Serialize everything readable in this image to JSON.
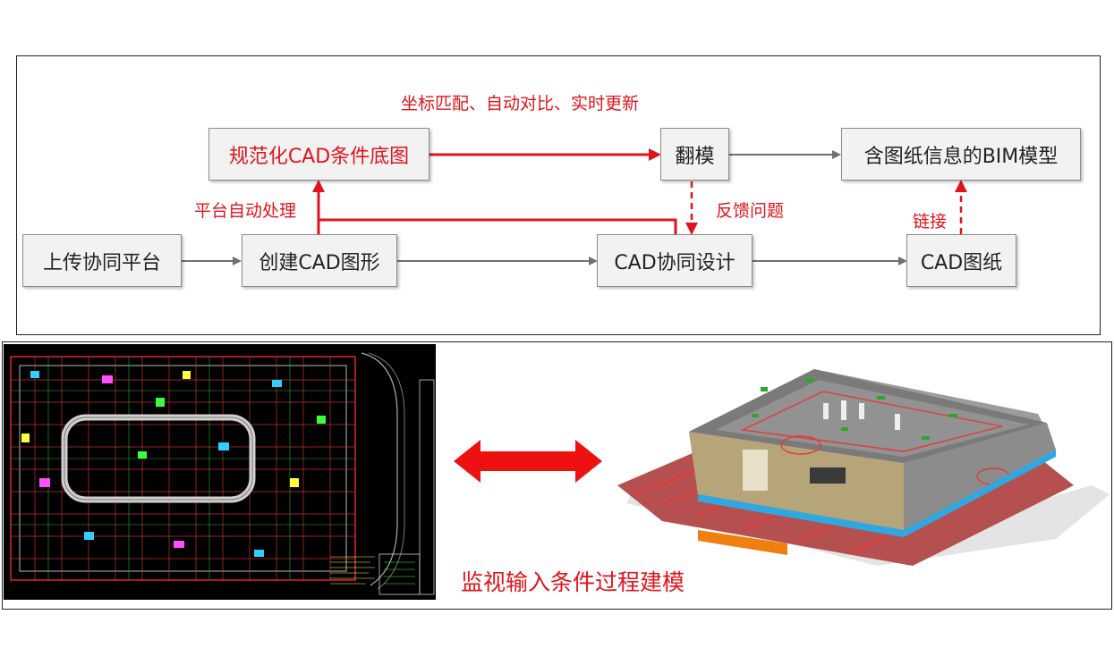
{
  "diagram": {
    "nodes": {
      "upload": "上传协同平台",
      "create_cad": "创建CAD图形",
      "cad_collab": "CAD协同设计",
      "cad_drawing": "CAD图纸",
      "std_base": "规范化CAD条件底图",
      "remodel": "翻模",
      "bim_model": "含图纸信息的BIM模型"
    },
    "labels": {
      "coord_match": "坐标匹配、自动对比、实时更新",
      "auto_process": "平台自动处理",
      "feedback": "反馈问题",
      "link": "链接"
    },
    "caption": "监视输入条件过程建模"
  },
  "colors": {
    "accent": "#e0141c",
    "node_fill": "#f2f2f2",
    "node_border": "#8a8a8a",
    "connector": "#707070"
  }
}
